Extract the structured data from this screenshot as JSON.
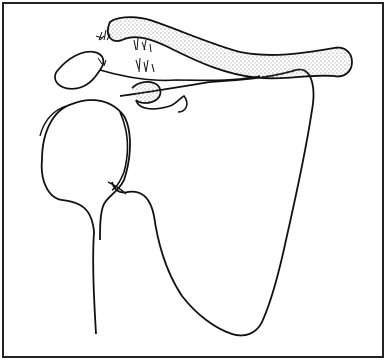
{
  "figure": {
    "colors": {
      "background": "#ffffff",
      "ink": "#111111",
      "frame": "#222222",
      "stipple": "#8a8a8a"
    },
    "structures": {
      "frame": "border-frame",
      "clavicle": "clavicle-bone",
      "acromion": "acromion-process",
      "coracoid": "coracoid-process",
      "humerus": "humeral-head",
      "scapula": "scapula-body",
      "ligament_torn": "torn-ligament-fibers",
      "ligament_coracoclavicular": "coracoclavicular-ligament-fibers"
    }
  }
}
